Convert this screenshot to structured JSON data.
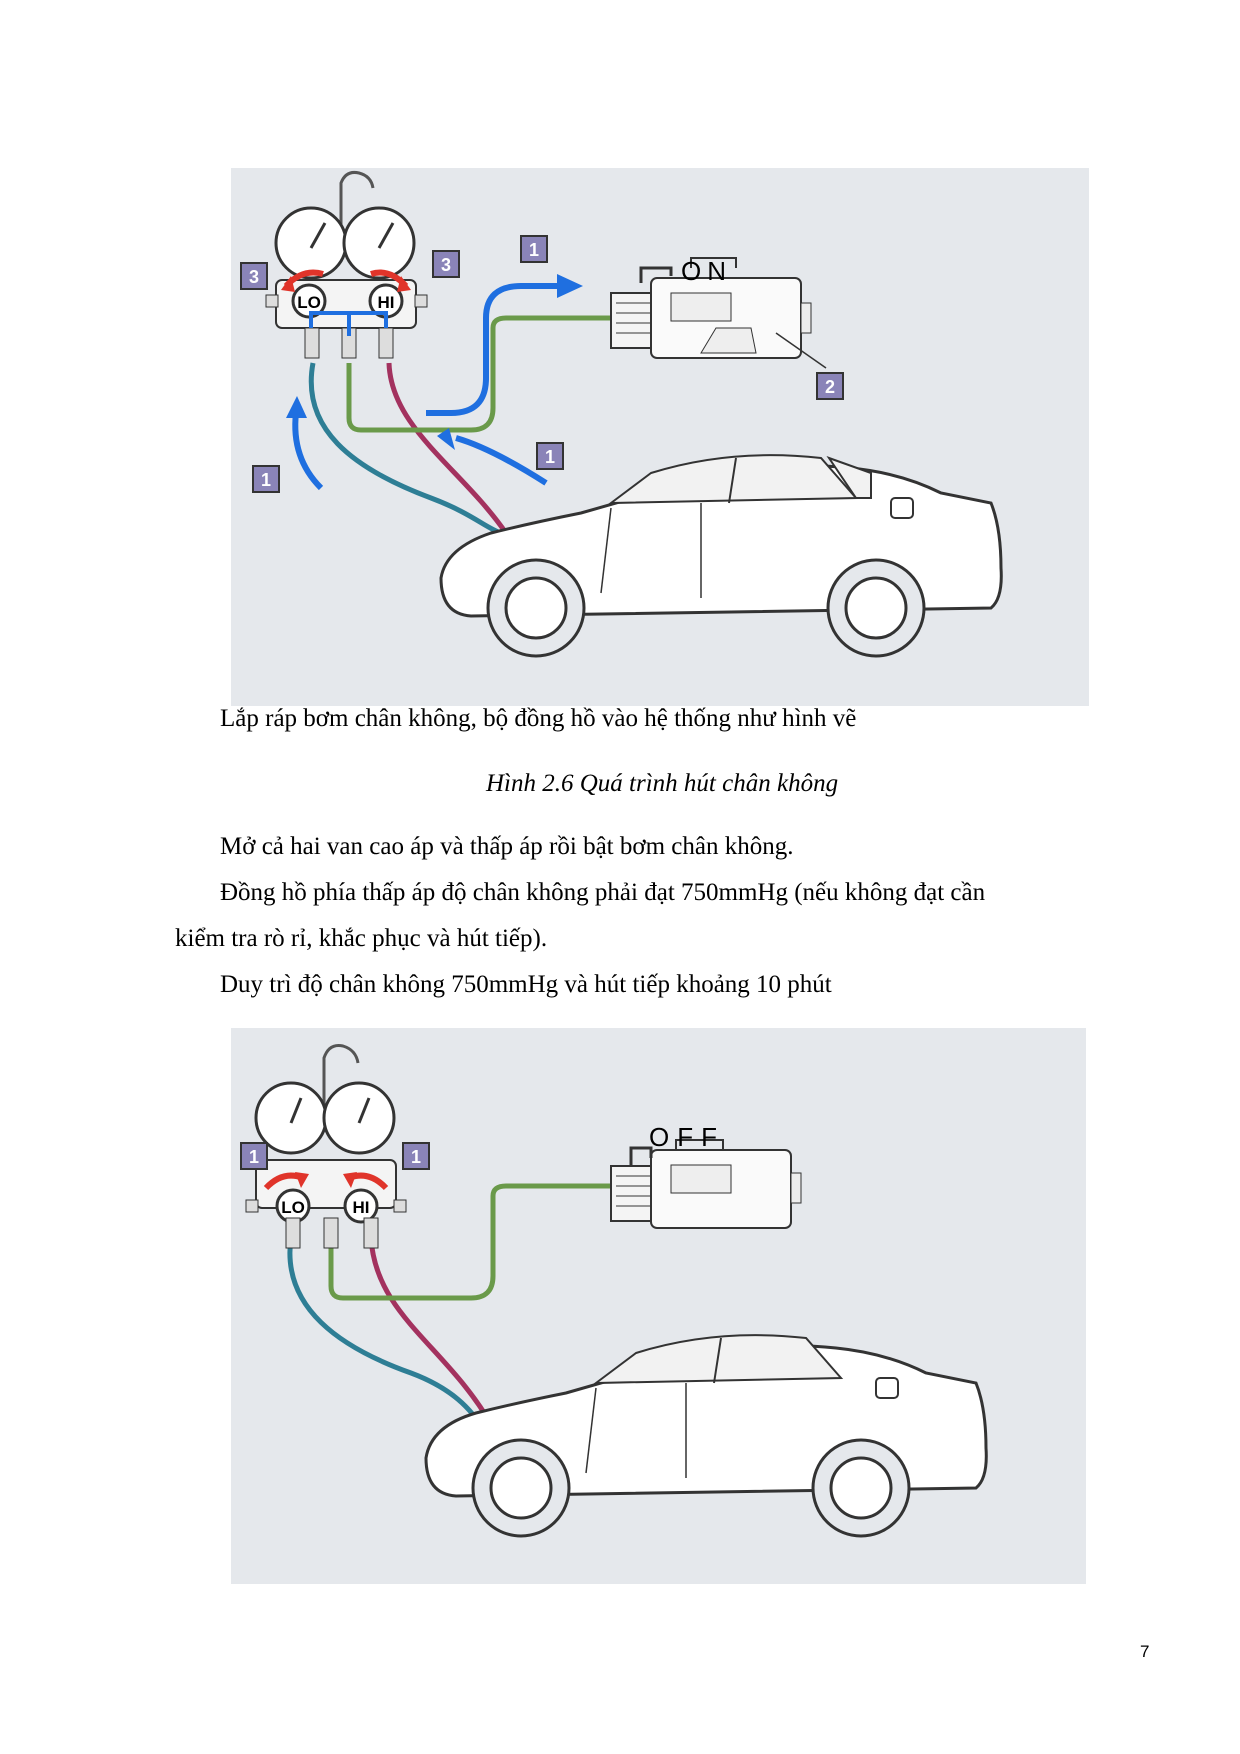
{
  "figure1": {
    "pump_state": "ON",
    "low_label": "LO",
    "high_label": "HI",
    "callouts": {
      "flow": "1",
      "pump": "2",
      "valve": "3"
    }
  },
  "text": {
    "p1": "Lắp ráp bơm chân không, bộ đồng hồ vào hệ thống như hình vẽ",
    "caption": "Hình 2.6 Quá trình hút chân không",
    "p2": "Mở cả hai van cao áp và thấp áp rồi bật bơm chân không.",
    "p3_line1": "Đồng hồ phía thấp áp độ chân không phải đạt 750mmHg (nếu không đạt cần",
    "p3_line2": "kiểm tra rò rỉ, khắc phục và hút tiếp).",
    "p4": "Duy trì độ chân không 750mmHg và hút tiếp khoảng 10 phút"
  },
  "figure2": {
    "pump_state": "OFF",
    "low_label": "LO",
    "high_label": "HI",
    "callouts": {
      "valve": "1"
    }
  },
  "page_number": "7",
  "colors": {
    "figure_bg": "#e5e8ec",
    "low_hose": "#2e7e95",
    "high_hose": "#a3325f",
    "center_hose": "#6a9a4a",
    "flow_arrow": "#1f6fe0",
    "valve_arrow": "#e0342a",
    "callout_fill": "#8a84b8"
  }
}
